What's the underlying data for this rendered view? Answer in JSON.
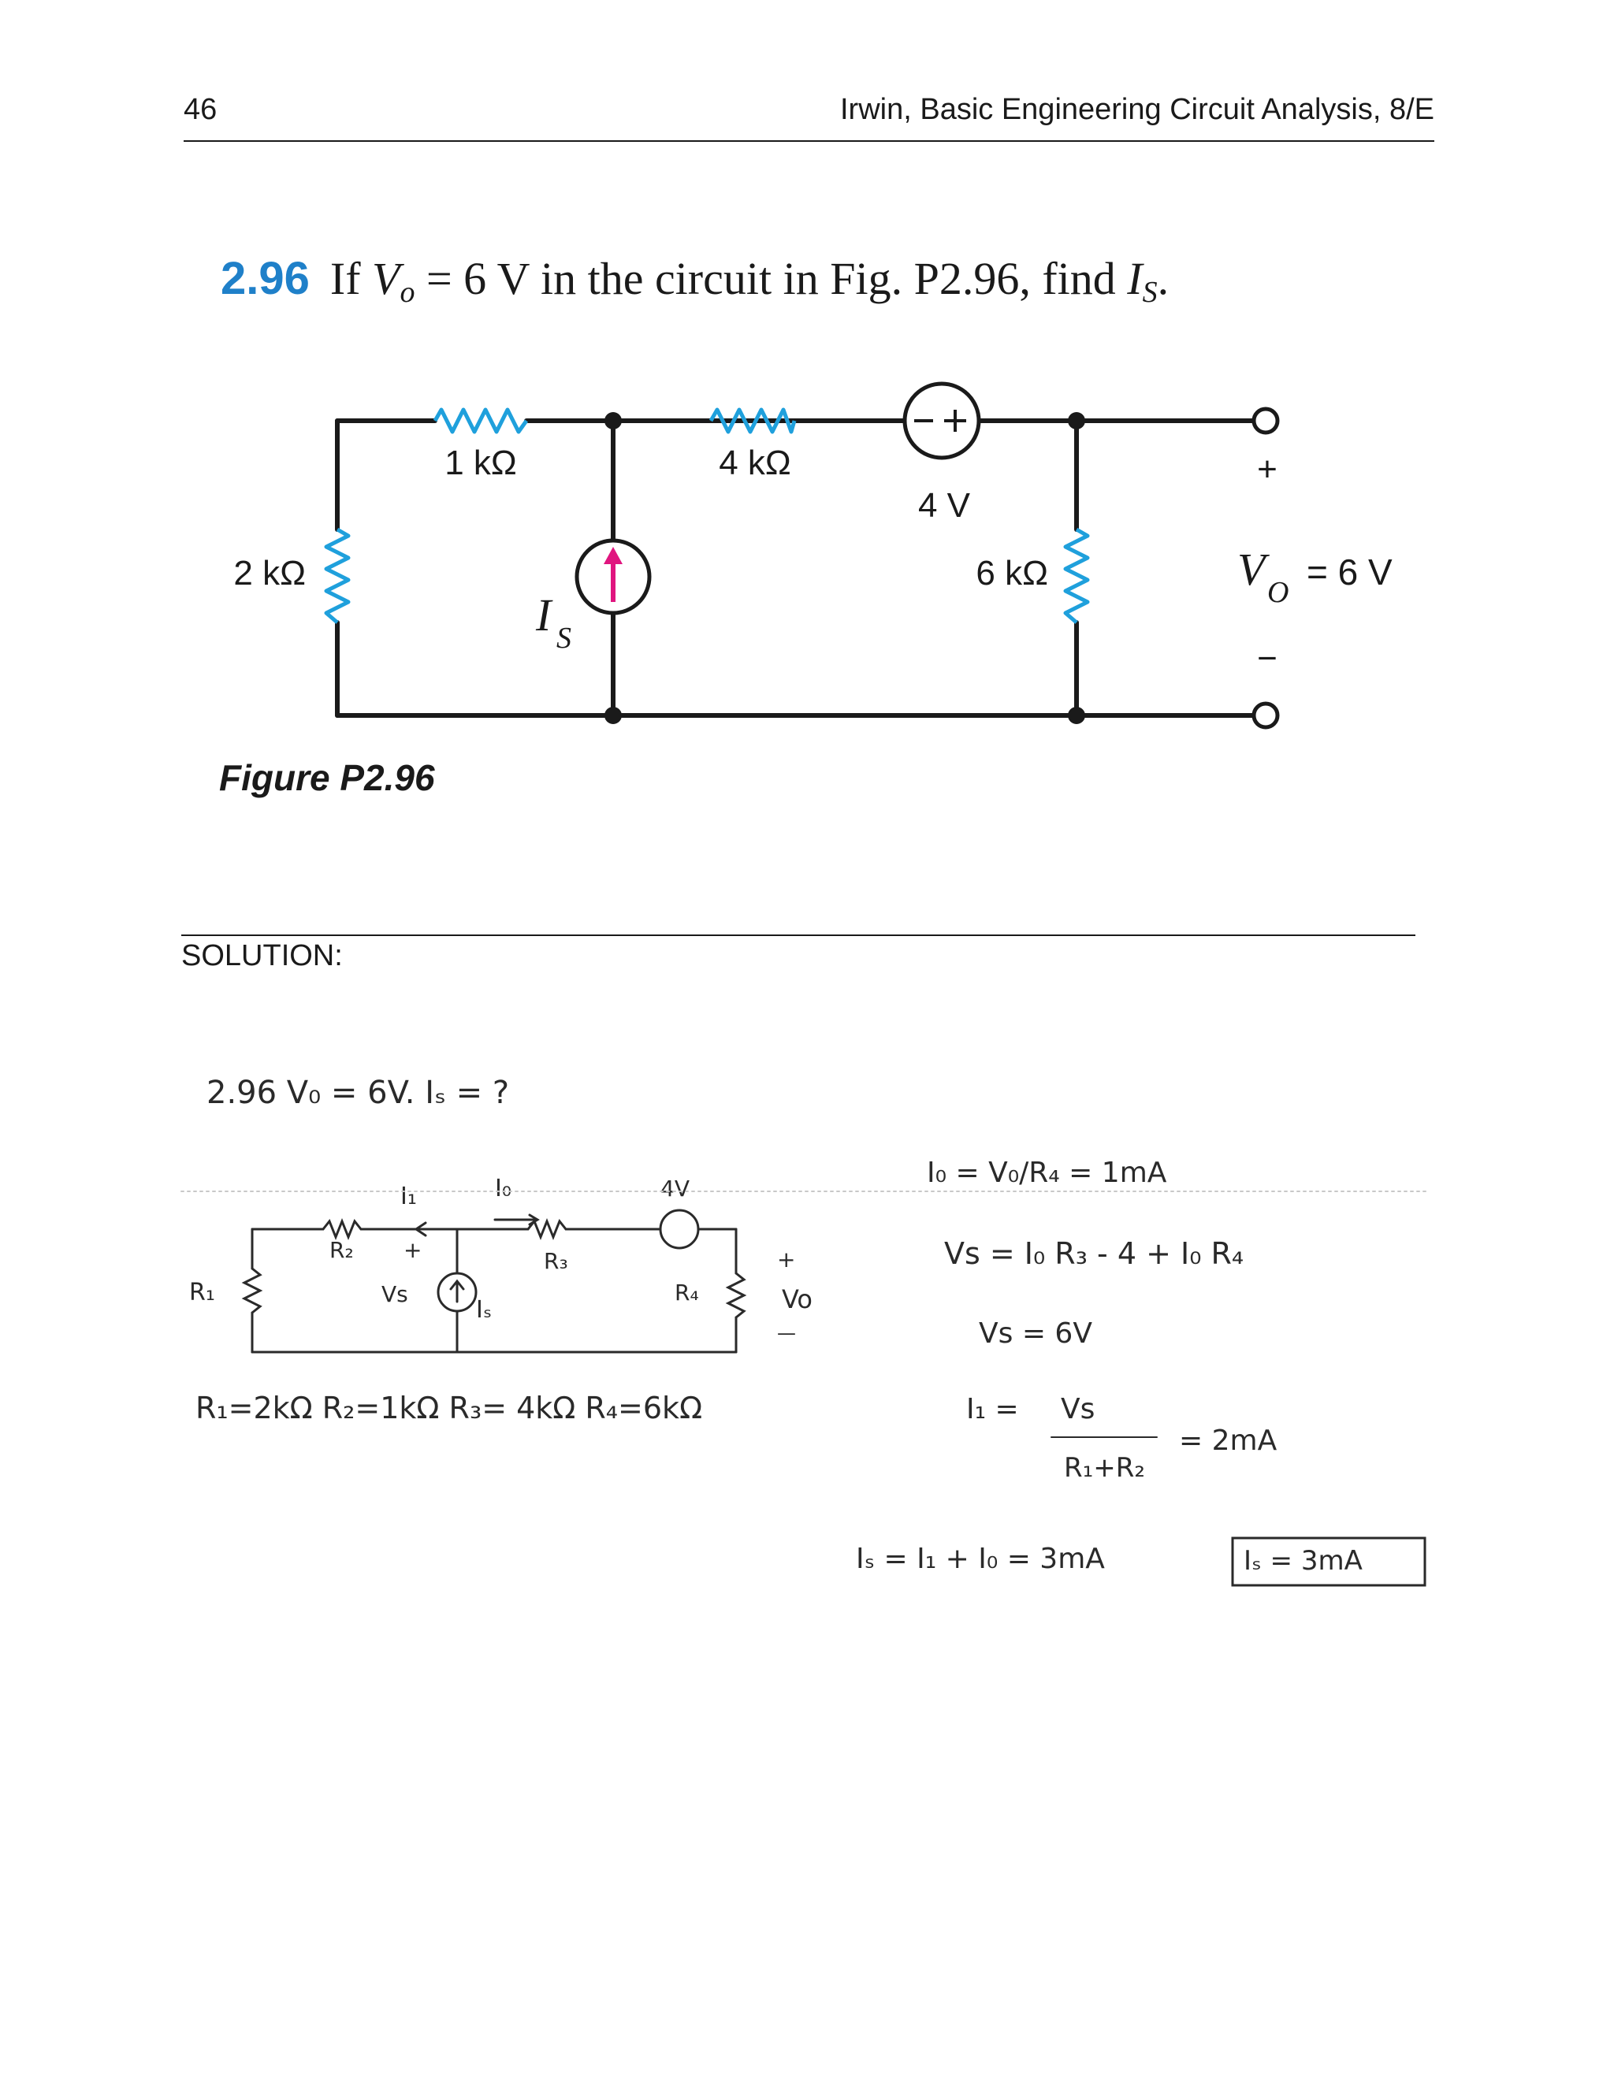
{
  "header": {
    "page_number": "46",
    "running_title": "Irwin, Basic Engineering Circuit Analysis, 8/E"
  },
  "problem": {
    "number": "2.96",
    "text_before": "If ",
    "var_V": "V",
    "var_V_sub": "o",
    "text_middle": " = 6 V in the circuit in Fig. P2.96, find ",
    "var_I": "I",
    "var_I_sub": "S",
    "text_end": "."
  },
  "figure": {
    "caption": "Figure P2.96",
    "labels": {
      "r1k": "1 kΩ",
      "r4k": "4 kΩ",
      "r2k": "2 kΩ",
      "r6k": "6 kΩ",
      "source_4v": "4 V",
      "current_source": "I",
      "current_source_sub": "S",
      "plus": "+",
      "minus": "−",
      "vo_var": "V",
      "vo_sub": "O",
      "vo_value": "= 6 V"
    },
    "colors": {
      "wire": "#1a1a1a",
      "resistor": "#1fa0dc",
      "arrow": "#e0157f"
    }
  },
  "solution": {
    "label": "SOLUTION:",
    "handwritten": {
      "heading": "2.96   V₀ = 6V.  Iₛ = ?",
      "sketch": {
        "i1": "I₁",
        "io": "I₀",
        "v4": "4V",
        "r2": "R₂",
        "plus": "+",
        "r3": "R₃",
        "r1": "R₁",
        "vs": "Vs",
        "is": "Iₛ",
        "r4": "R₄",
        "vo": "Vo",
        "minus": "—"
      },
      "values_line": "R₁=2kΩ   R₂=1kΩ   R₃= 4kΩ   R₄=6kΩ",
      "eq1": "I₀ =  V₀/R₄  = 1mA",
      "eq2": "Vs = I₀ R₃ - 4 + I₀ R₄",
      "eq3": "Vs = 6V",
      "eq4_lhs": "I₁ =",
      "eq4_num": "Vs",
      "eq4_den": "R₁+R₂",
      "eq4_rhs": "= 2mA",
      "eq5": "Iₛ = I₁ + I₀ = 3mA",
      "answer": "Iₛ = 3mA"
    }
  }
}
